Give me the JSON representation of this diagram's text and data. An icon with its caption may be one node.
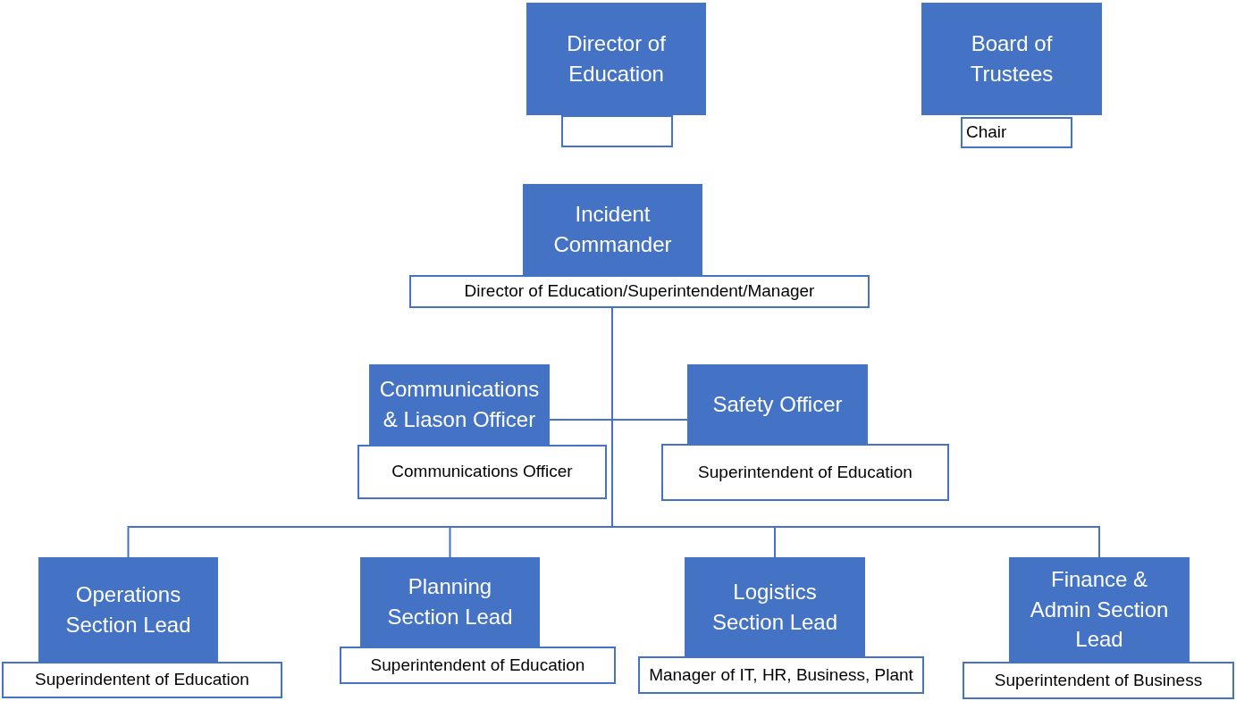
{
  "diagram": {
    "nodes": [
      {
        "text": [
          "Director of Education"
        ]
      },
      {
        "text": [],
        "shape": "box"
      },
      {
        "text": [
          "Board of Trustees"
        ]
      },
      {
        "text": [
          "Chair"
        ]
      },
      {
        "text": [
          "Incident Commander"
        ]
      },
      {
        "text": [
          "Director of Education/Superintendent/Manager"
        ]
      },
      {
        "text": [
          "Communications & Liason Officer"
        ]
      },
      {
        "text": [
          "Communications Officer"
        ]
      },
      {
        "text": [
          "Safety Officer"
        ]
      },
      {
        "text": [
          "Superintendent of Education"
        ]
      },
      {
        "text": [
          "Operations Section Lead"
        ]
      },
      {
        "text": [
          "Superindentent of Education"
        ]
      },
      {
        "text": [
          "Planning Section Lead"
        ]
      },
      {
        "text": [
          "Superintendent of Education"
        ]
      },
      {
        "text": [
          "Logistics Section Lead"
        ]
      },
      {
        "text": [
          "Manager of IT, HR, Business, Plant"
        ]
      },
      {
        "text": [
          "Finance & Admin Section Lead"
        ]
      },
      {
        "text": [
          "Superintendent of Business"
        ]
      }
    ],
    "edges": [
      {
        "from": 5,
        "to": 6,
        "arrow": "none"
      },
      {
        "from": 5,
        "to": 8,
        "arrow": "none"
      },
      {
        "from": 5,
        "to": 10,
        "arrow": "none"
      },
      {
        "from": 5,
        "to": 12,
        "arrow": "none"
      },
      {
        "from": 5,
        "to": 14,
        "arrow": "none"
      },
      {
        "from": 5,
        "to": 16,
        "arrow": "none"
      }
    ]
  }
}
